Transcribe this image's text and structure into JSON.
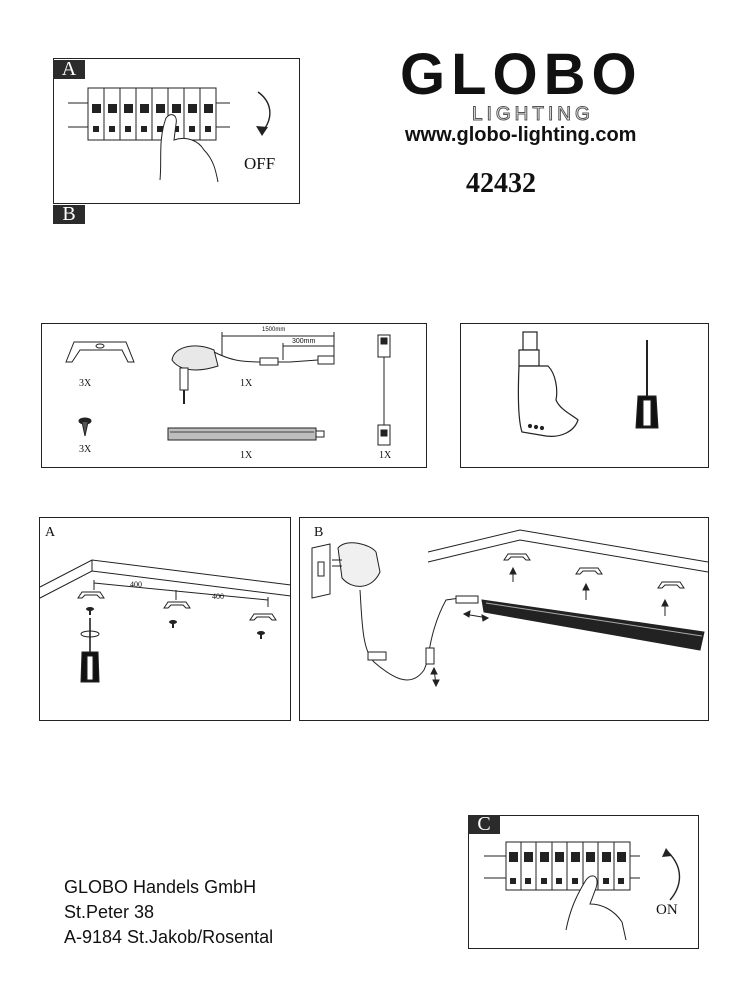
{
  "header": {
    "brand": "GLOBO",
    "brand_sub": "LIGHTING",
    "website": "www.globo-lighting.com",
    "model_number": "42432"
  },
  "step_top": {
    "label_a": "A",
    "label_b": "B",
    "switch_text": "OFF"
  },
  "parts": {
    "clip_qty": "3X",
    "screw_qty": "3X",
    "adapter_qty": "1X",
    "bar_qty": "1X",
    "connector_qty": "1X",
    "cable_dim_long": "1500mm",
    "cable_dim_short": "300mm"
  },
  "install": {
    "label_a": "A",
    "label_b": "B",
    "dim_1": "400",
    "dim_2": "400"
  },
  "step_bottom": {
    "label_c": "C",
    "switch_text": "ON"
  },
  "address": {
    "line1": "GLOBO Handels GmbH",
    "line2": "St.Peter 38",
    "line3": "A-9184 St.Jakob/Rosental"
  }
}
